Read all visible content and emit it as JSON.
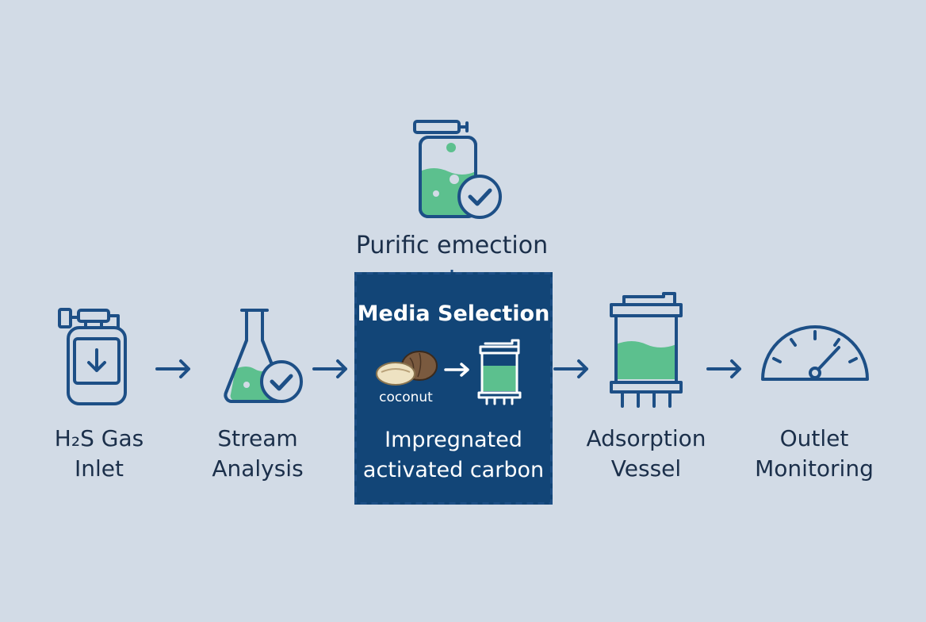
{
  "diagram": {
    "top_step": {
      "label": "Purific emection",
      "icon": "purification-jar-check-icon"
    },
    "steps": [
      {
        "id": "inlet",
        "line1": "H₂S Gas",
        "line2": "Inlet",
        "icon": "gas-cylinder-icon"
      },
      {
        "id": "analysis",
        "line1": "Stream",
        "line2": "Analysis",
        "icon": "flask-check-icon"
      },
      {
        "id": "media",
        "title": "Media Selection",
        "sublabel": "coconut",
        "line1": "Impregnated",
        "line2": "activated carbon",
        "icon": "coconut-to-vessel-icon"
      },
      {
        "id": "vessel",
        "line1": "Adsorption",
        "line2": "Vessel",
        "icon": "adsorption-vessel-icon"
      },
      {
        "id": "monitor",
        "line1": "Outlet",
        "line2": "Monitoring",
        "icon": "gauge-icon"
      }
    ],
    "colors": {
      "background": "#d2dbe6",
      "stroke": "#1d4f86",
      "fill_green": "#5cc08e",
      "media_box": "#124577",
      "text": "#1b2f4a"
    }
  }
}
